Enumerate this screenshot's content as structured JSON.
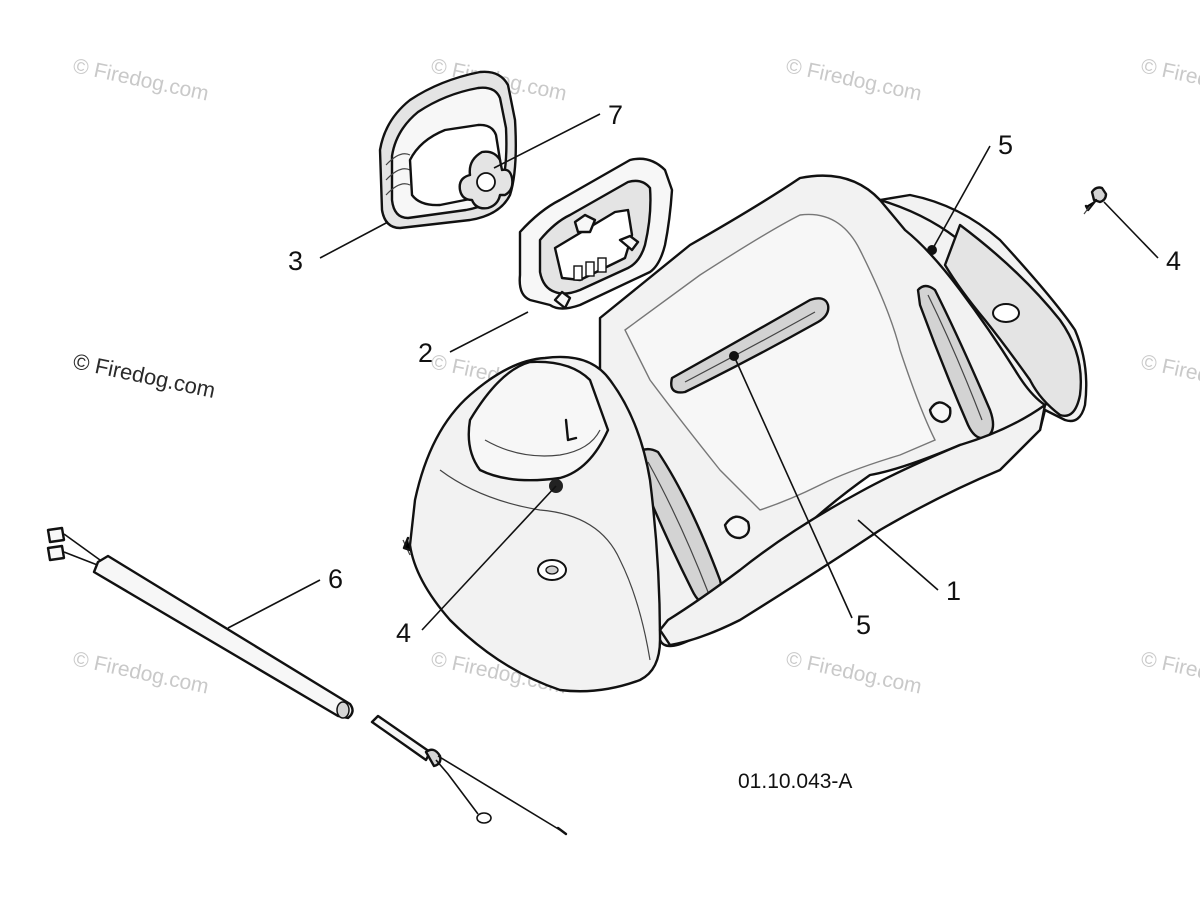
{
  "watermark": {
    "text": "© Firedog.com"
  },
  "drawing_code": "01.10.043-A",
  "callouts": {
    "c1": "1",
    "c2": "2",
    "c3": "3",
    "c4_right": "4",
    "c4_left": "4",
    "c5_top": "5",
    "c5_bottom": "5",
    "c6": "6",
    "c7": "7"
  },
  "colors": {
    "line": "#111111",
    "part_fill": "#f2f2f2",
    "watermark": "#c9c9c9"
  }
}
